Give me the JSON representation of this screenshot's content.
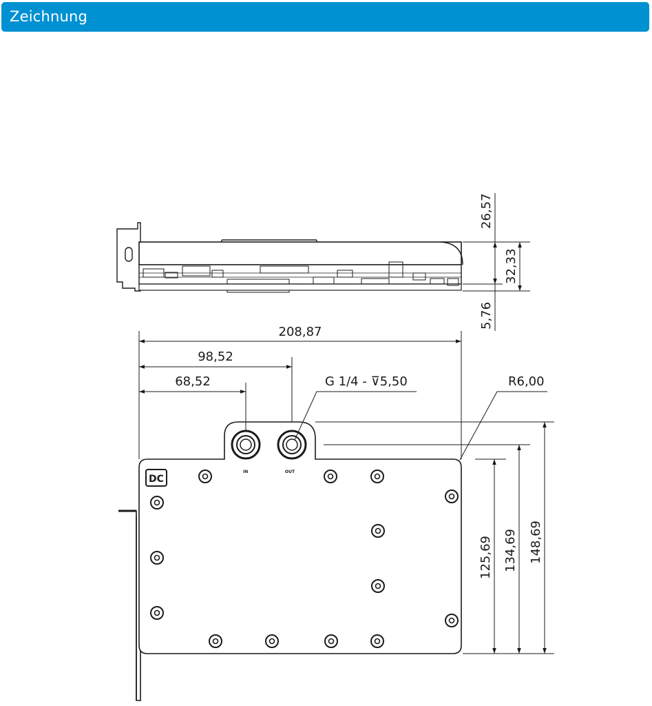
{
  "header": {
    "title": "Zeichnung"
  },
  "drawing": {
    "dimensions": {
      "total_width": "208,87",
      "outlet_offset": "98,52",
      "inlet_offset": "68,52",
      "thread_spec": "G 1/4 - ⊽5,50",
      "corner_radius": "R6,00",
      "height_upper": "26,57",
      "height_total": "32,33",
      "height_lower": "5,76",
      "length_plate": "125,69",
      "length_mid": "134,69",
      "length_total": "148,69"
    },
    "ports": {
      "in_label": "IN",
      "out_label": "OUT"
    },
    "logo_text": "DC"
  },
  "colors": {
    "accent": "#0091d2",
    "line": "#1a1a1a",
    "plate": "#ffffff"
  }
}
